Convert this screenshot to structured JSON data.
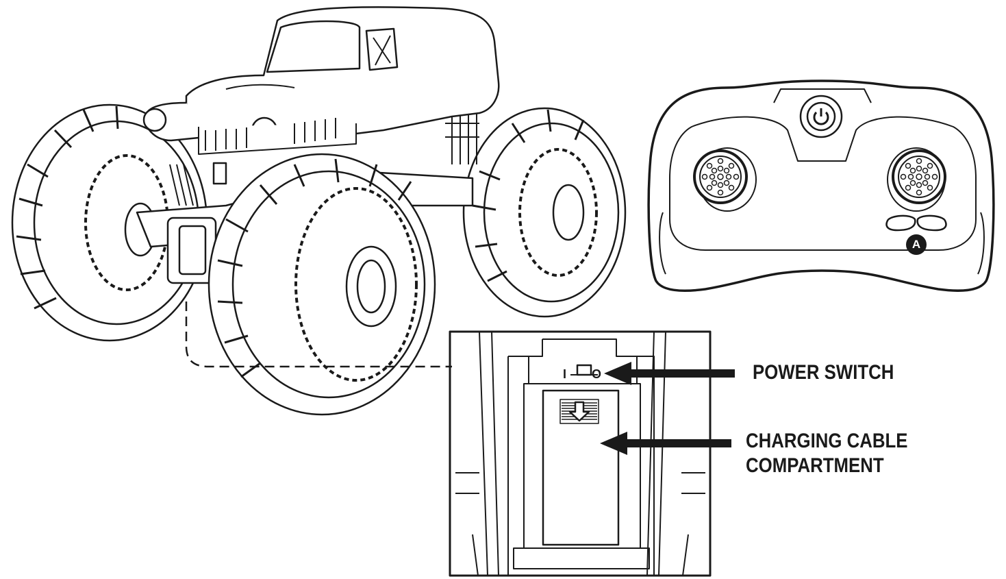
{
  "labels": {
    "power_switch": "POWER SWITCH",
    "charging_cable_line1": "CHARGING CABLE",
    "charging_cable_line2": "COMPARTMENT",
    "button_callout": "A"
  },
  "switch_marks": {
    "on": "I",
    "off": "O"
  },
  "colors": {
    "ink": "#1a1a1a",
    "paper": "#ffffff",
    "shade": "#dddddd"
  }
}
